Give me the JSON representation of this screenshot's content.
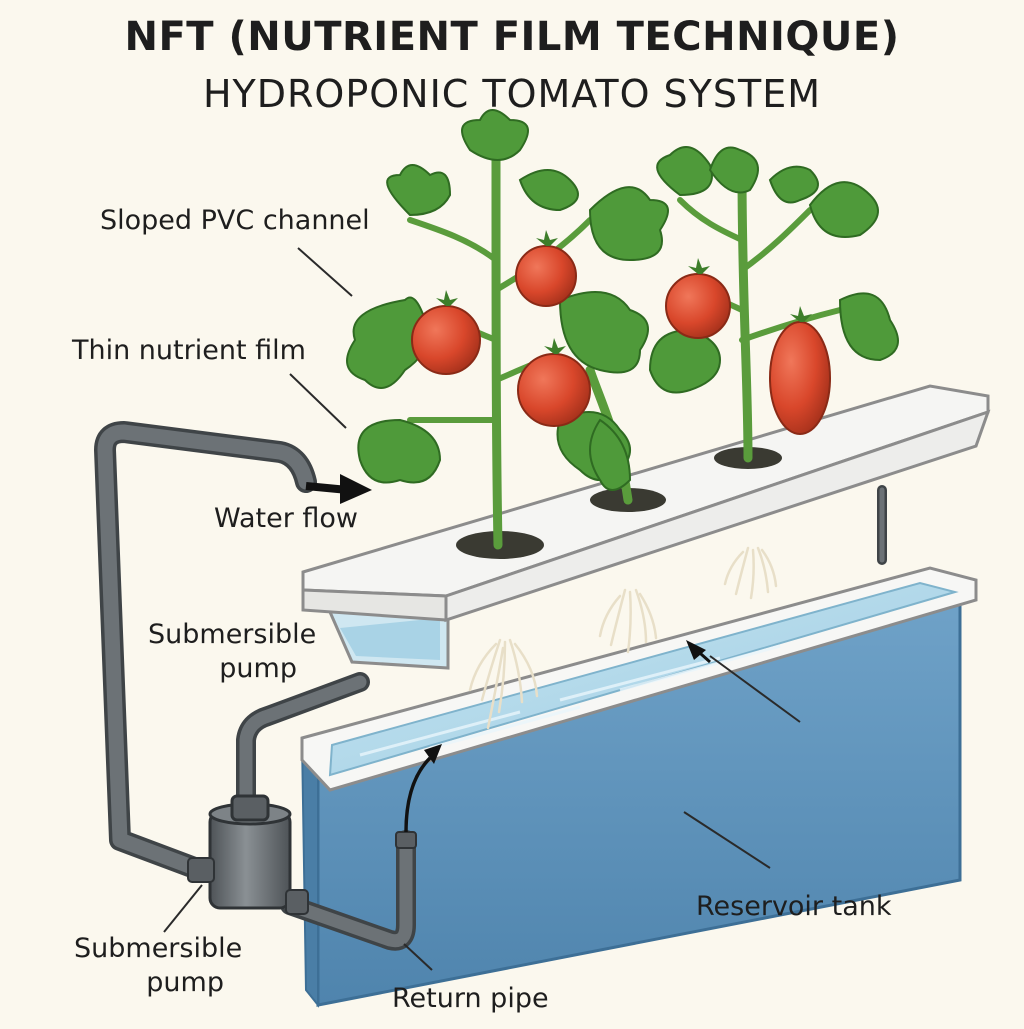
{
  "title": {
    "line1": "NFT (NUTRIENT FILM TECHNIQUE)",
    "line2": "HYDROPONIC TOMATO SYSTEM"
  },
  "labels": {
    "sloped_channel": "Sloped PVC channel",
    "nutrient_film": "Thin nutrient film",
    "water_flow": "Water flow",
    "pump_upper_line1": "Submersible",
    "pump_upper_line2": "pump",
    "pump_lower_line1": "Submersible",
    "pump_lower_line2": "pump",
    "reservoir": "Reservoir tank",
    "return_pipe": "Return pipe"
  },
  "colors": {
    "background": "#fbf8ee",
    "water": "#a9d3e6",
    "tank": "#5f94bd",
    "pipe": "#5d6266",
    "leaf": "#4f9a3a",
    "tomato": "#d9472b",
    "channel": "#f4f4f2"
  }
}
